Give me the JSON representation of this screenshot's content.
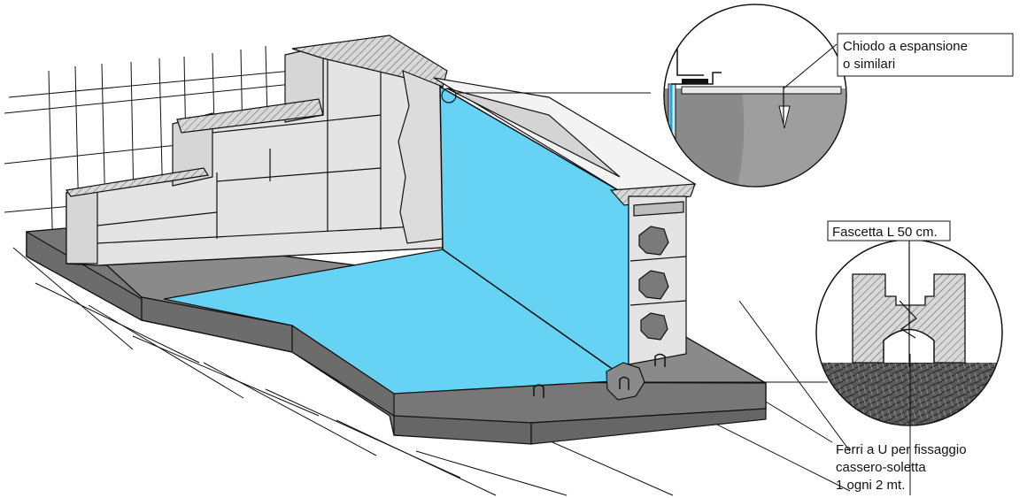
{
  "labels": {
    "nail": {
      "line1": "Chiodo a espansione",
      "line2": "o similari"
    },
    "band": "Fascetta L 50 cm.",
    "u_bars": {
      "line1": "Ferri a U per fissaggio",
      "line2": "cassero-soletta",
      "line3": "1 ogni 2 mt."
    }
  },
  "colors": {
    "water_liner": "#66d2f4",
    "slab": "#8a8a8a",
    "slab_top": "#a9a9a9",
    "block": "#e9e9e9",
    "block_shadow": "#cfcfcf",
    "concrete": "#c4c4c4",
    "soil": "#4a4a4a"
  }
}
